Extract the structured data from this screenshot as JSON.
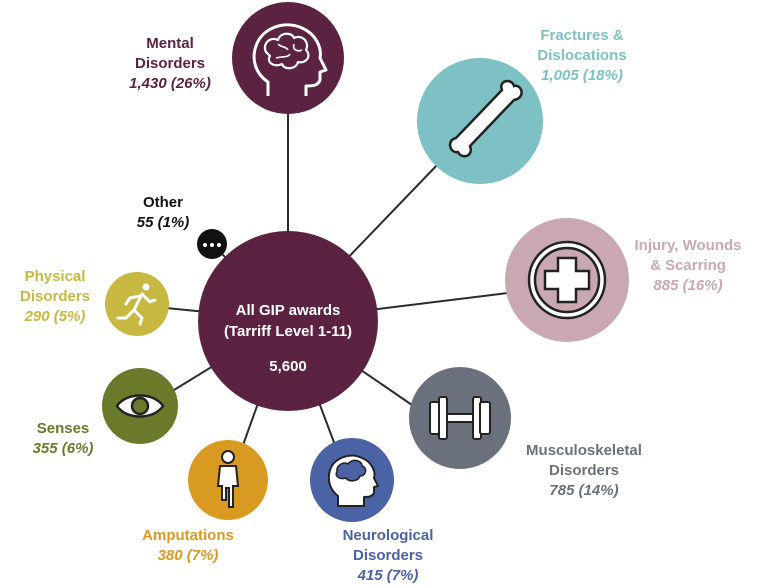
{
  "center": {
    "line1": "All GIP awards",
    "line2": "(Tarriff Level 1-11)",
    "total": "5,600",
    "color": "#5b2341"
  },
  "categories": [
    {
      "key": "mental",
      "name_lines": [
        "Mental",
        "Disorders"
      ],
      "value": "1,430 (26%)",
      "color": "#5b2341",
      "icon": "head-brain-icon"
    },
    {
      "key": "fractures",
      "name_lines": [
        "Fractures &",
        "Dislocations"
      ],
      "value": "1,005 (18%)",
      "color": "#7dc1c4",
      "icon": "bone-icon"
    },
    {
      "key": "injury",
      "name_lines": [
        "Injury, Wounds",
        "& Scarring"
      ],
      "value": "885 (16%)",
      "color": "#c9a8b1",
      "icon": "medical-cross-icon"
    },
    {
      "key": "musculo",
      "name_lines": [
        "Musculoskeletal",
        "Disorders"
      ],
      "value": "785 (14%)",
      "color": "#6b717c",
      "icon": "dumbbell-icon"
    },
    {
      "key": "neuro",
      "name_lines": [
        "Neurological",
        "Disorders"
      ],
      "value": "415 (7%)",
      "color": "#4b63a5",
      "icon": "head-brain-icon"
    },
    {
      "key": "amputations",
      "name_lines": [
        "Amputations"
      ],
      "value": "380 (7%)",
      "color": "#d99a22",
      "icon": "person-amputee-icon"
    },
    {
      "key": "senses",
      "name_lines": [
        "Senses"
      ],
      "value": "355 (6%)",
      "color": "#6b7a2a",
      "icon": "eye-icon"
    },
    {
      "key": "physical",
      "name_lines": [
        "Physical",
        "Disorders"
      ],
      "value": "290 (5%)",
      "color": "#c6b841",
      "icon": "running-person-icon"
    },
    {
      "key": "other",
      "name_lines": [
        "Other"
      ],
      "value": "55 (1%)",
      "color": "#111111",
      "icon": "ellipsis-icon"
    }
  ]
}
